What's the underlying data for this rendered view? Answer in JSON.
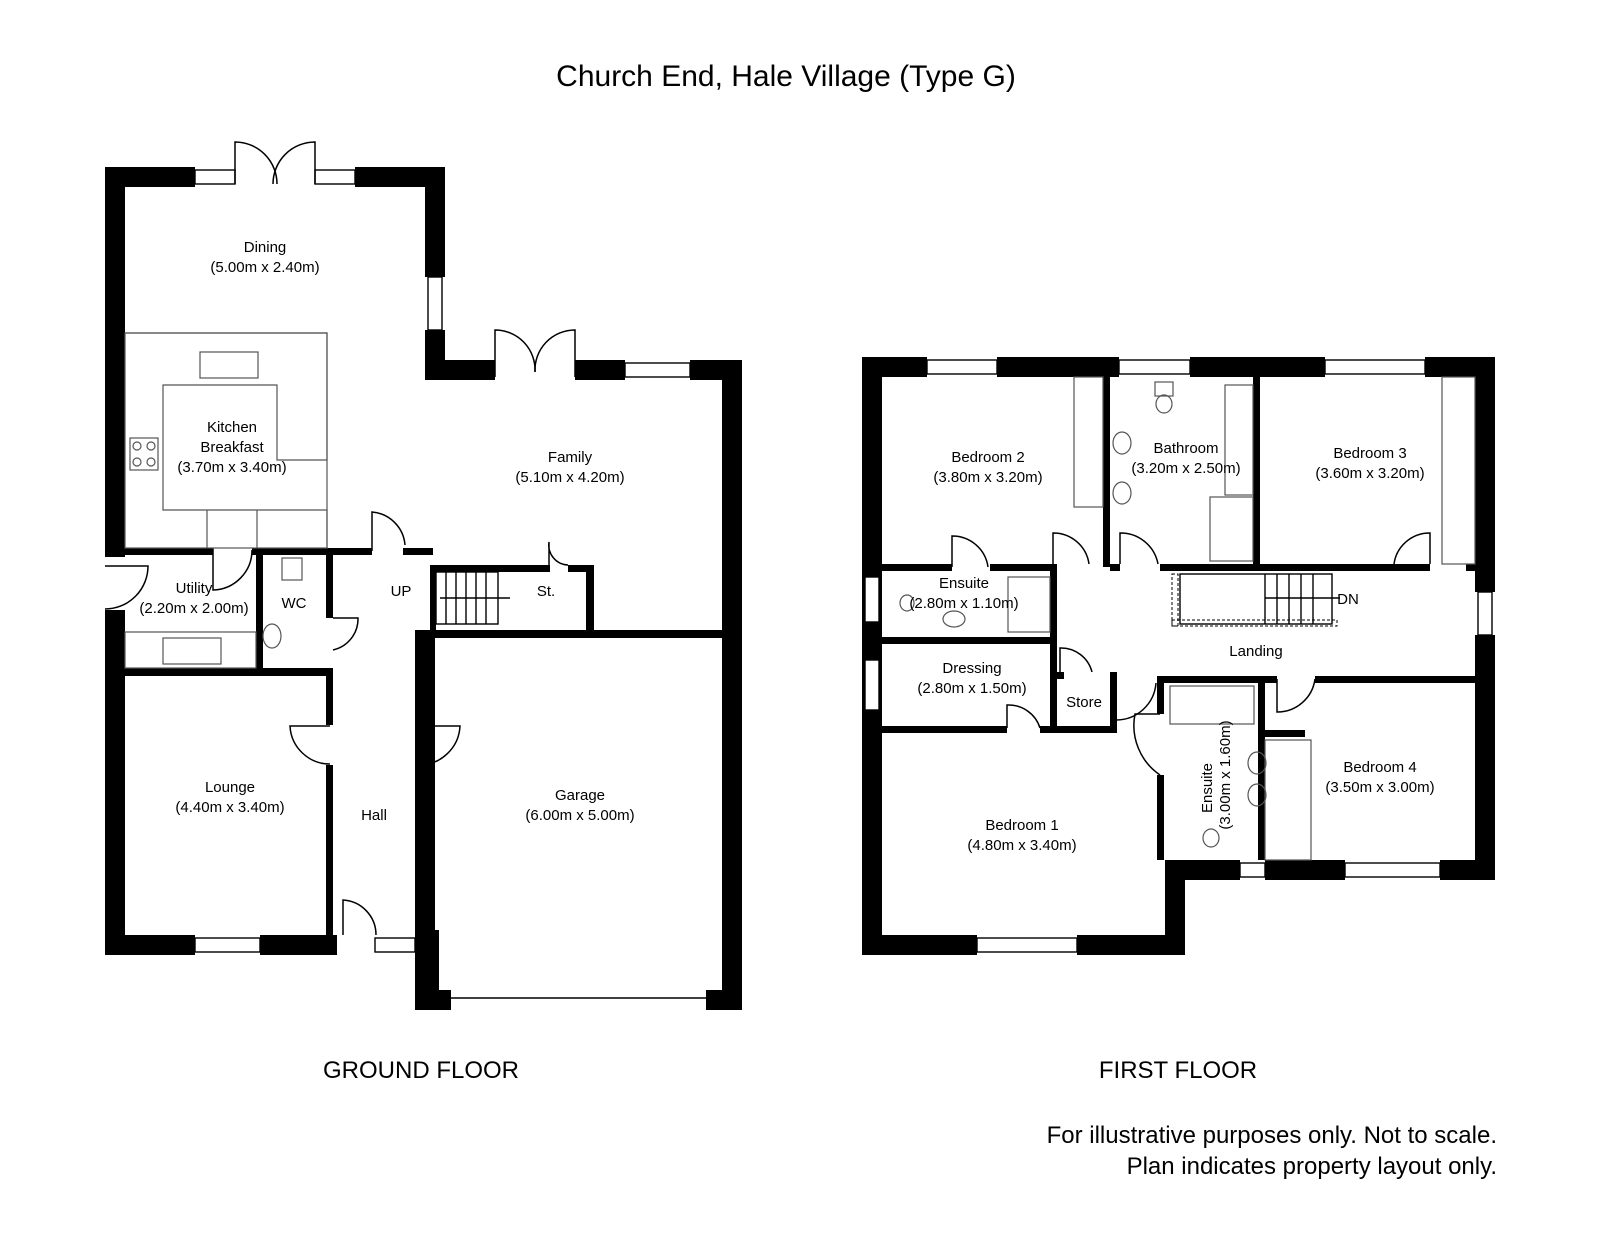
{
  "title": "Church End, Hale Village (Type G)",
  "ground_floor": {
    "label": "GROUND FLOOR",
    "rooms": [
      {
        "name": "Dining",
        "size": "(5.00m x 2.40m)"
      },
      {
        "name_line1": "Kitchen",
        "name_line2": "Breakfast",
        "size": "(3.70m x 3.40m)"
      },
      {
        "name": "Family",
        "size": "(5.10m x 4.20m)"
      },
      {
        "name": "Utility",
        "size": "(2.20m x 2.00m)"
      },
      {
        "name": "WC"
      },
      {
        "name": "UP"
      },
      {
        "name": "St."
      },
      {
        "name": "Lounge",
        "size": "(4.40m x 3.40m)"
      },
      {
        "name": "Hall"
      },
      {
        "name": "Garage",
        "size": "(6.00m x 5.00m)"
      }
    ]
  },
  "first_floor": {
    "label": "FIRST FLOOR",
    "rooms": [
      {
        "name": "Bedroom 2",
        "size": "(3.80m x 3.20m)"
      },
      {
        "name": "Bathroom",
        "size": "(3.20m x 2.50m)"
      },
      {
        "name": "Bedroom 3",
        "size": "(3.60m x 3.20m)"
      },
      {
        "name": "Ensuite",
        "size": "(2.80m x 1.10m)"
      },
      {
        "name": "DN"
      },
      {
        "name": "Landing"
      },
      {
        "name": "Dressing",
        "size": "(2.80m x 1.50m)"
      },
      {
        "name": "Store"
      },
      {
        "name": "Ensuite",
        "size": "(3.00m x 1.60m)"
      },
      {
        "name": "Bedroom 4",
        "size": "(3.50m x 3.00m)"
      },
      {
        "name": "Bedroom 1",
        "size": "(4.80m x 3.40m)"
      }
    ]
  },
  "disclaimer": {
    "line1": "For illustrative purposes only. Not to scale.",
    "line2": "Plan indicates property layout only."
  }
}
